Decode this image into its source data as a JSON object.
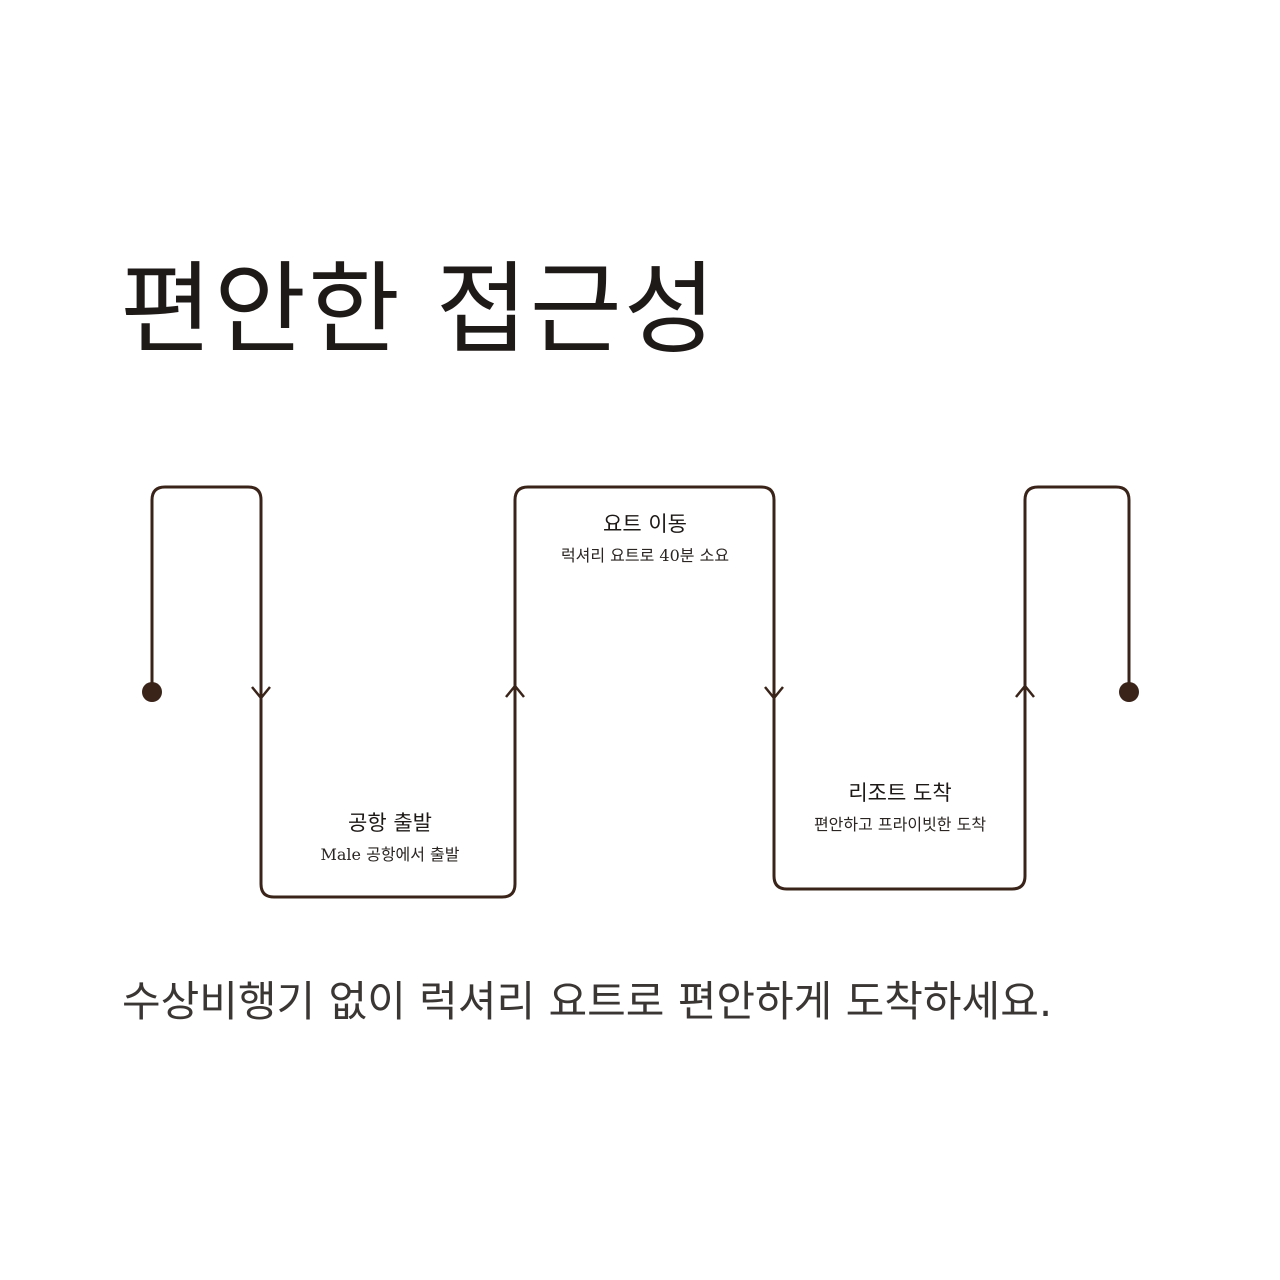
{
  "title": "편안한 접근성",
  "steps": [
    {
      "title": "공항 출발",
      "description": "Male 공항에서 출발"
    },
    {
      "title": "요트 이동",
      "description": "럭셔리 요트로 40분 소요"
    },
    {
      "title": "리조트 도착",
      "description": "편안하고 프라이빗한 도착"
    }
  ],
  "tagline": "수상비행기 없이 럭셔리 요트로 편안하게 도착하세요.",
  "colors": {
    "line": "#3a2419",
    "text": "#1c1816",
    "tagline": "#3a3634"
  }
}
